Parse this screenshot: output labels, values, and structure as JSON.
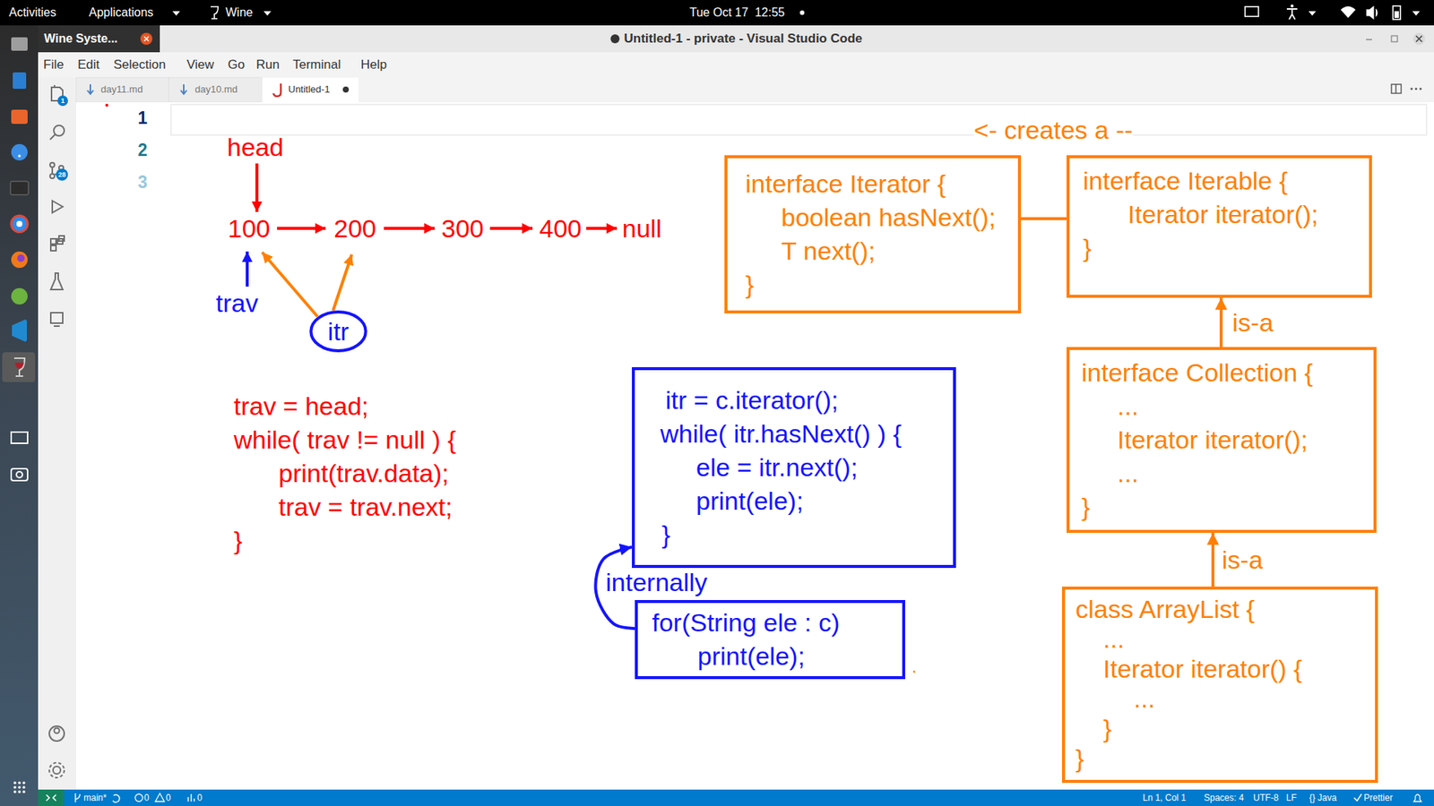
{
  "diagram": {
    "nodes": [
      {
        "text": [
          "interface Iterator {",
          "boolean hasNext();",
          "T next();",
          "}"
        ]
      },
      {
        "text": [
          "interface Iterable {",
          "Iterator iterator();",
          "}"
        ]
      },
      {
        "text": [
          "itr"
        ]
      },
      {
        "text": [
          "itr = c.iterator();",
          "while( itr.hasNext() ) {",
          "ele = itr.next();",
          "print(ele);",
          "}"
        ]
      },
      {
        "text": [
          "interface Collection {",
          "...",
          "Iterator iterator();",
          "...",
          "}"
        ]
      },
      {
        "text": [
          "for(String ele : c)",
          "print(ele);"
        ]
      },
      {
        "text": [
          "class ArrayList {",
          "...",
          "Iterator iterator() {",
          "...",
          "}",
          "}"
        ]
      }
    ],
    "edges": [
      {
        "from": 1,
        "to": 0,
        "arrow": "none"
      },
      {
        "from": 4,
        "to": 1,
        "label": "is-a",
        "arrow": "to"
      },
      {
        "from": 6,
        "to": 4,
        "label": "is-a",
        "arrow": "to"
      },
      {
        "from": 5,
        "to": 3,
        "label": "internally",
        "arrow": "to"
      }
    ],
    "labels": [
      "Activities",
      "Applications",
      "Wine",
      "Tue Oct 17  12:55",
      "Wine Syste...",
      "Untitled-1 - private - Visual Studio Code",
      "File",
      "Edit",
      "Selection",
      "View",
      "Go",
      "Run",
      "Terminal",
      "Help",
      "1",
      "28",
      "day11.md",
      "day10.md",
      "Untitled-1",
      "1",
      "2",
      "3",
      "<- creates a --",
      "head",
      "100",
      "200",
      "300",
      "400",
      "null",
      "trav",
      "trav = head;",
      "while( trav != null ) {",
      "print(trav.data);",
      "trav = trav.next;",
      "}",
      "main*",
      "0",
      "0",
      "0",
      "Ln 1, Col 1",
      "Spaces: 4",
      "UTF-8",
      "LF",
      "{} Java",
      "Prettier"
    ]
  }
}
